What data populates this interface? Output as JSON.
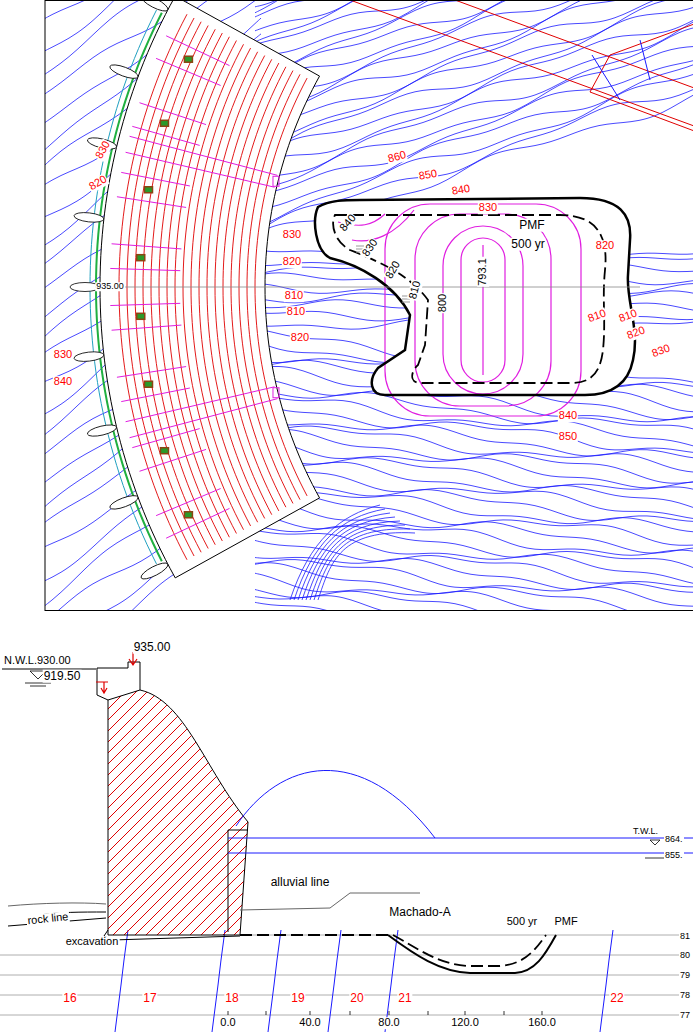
{
  "diagram": {
    "labels": [
      "830",
      "820",
      "860",
      "850",
      "840",
      "830",
      "PMF",
      "840",
      "830",
      "820",
      "810",
      "800",
      "793.1",
      "500 yr",
      "820",
      "830",
      "820",
      "810",
      "810",
      "820",
      "935.00",
      "810",
      "810",
      "820",
      "830",
      "830",
      "840",
      "840",
      "850",
      "935.00",
      "N.W.L.930.00",
      "919.50",
      "T.W.L.",
      "864.",
      "855.",
      "alluvial line",
      "rock line",
      "excavation",
      "Machado-A",
      "500 yr",
      "PMF",
      "81",
      "80",
      "79",
      "78",
      "77",
      "16",
      "17",
      "18",
      "19",
      "20",
      "21",
      "22",
      "0.0",
      "40.0",
      "80.0",
      "120.0",
      "160.0"
    ]
  }
}
